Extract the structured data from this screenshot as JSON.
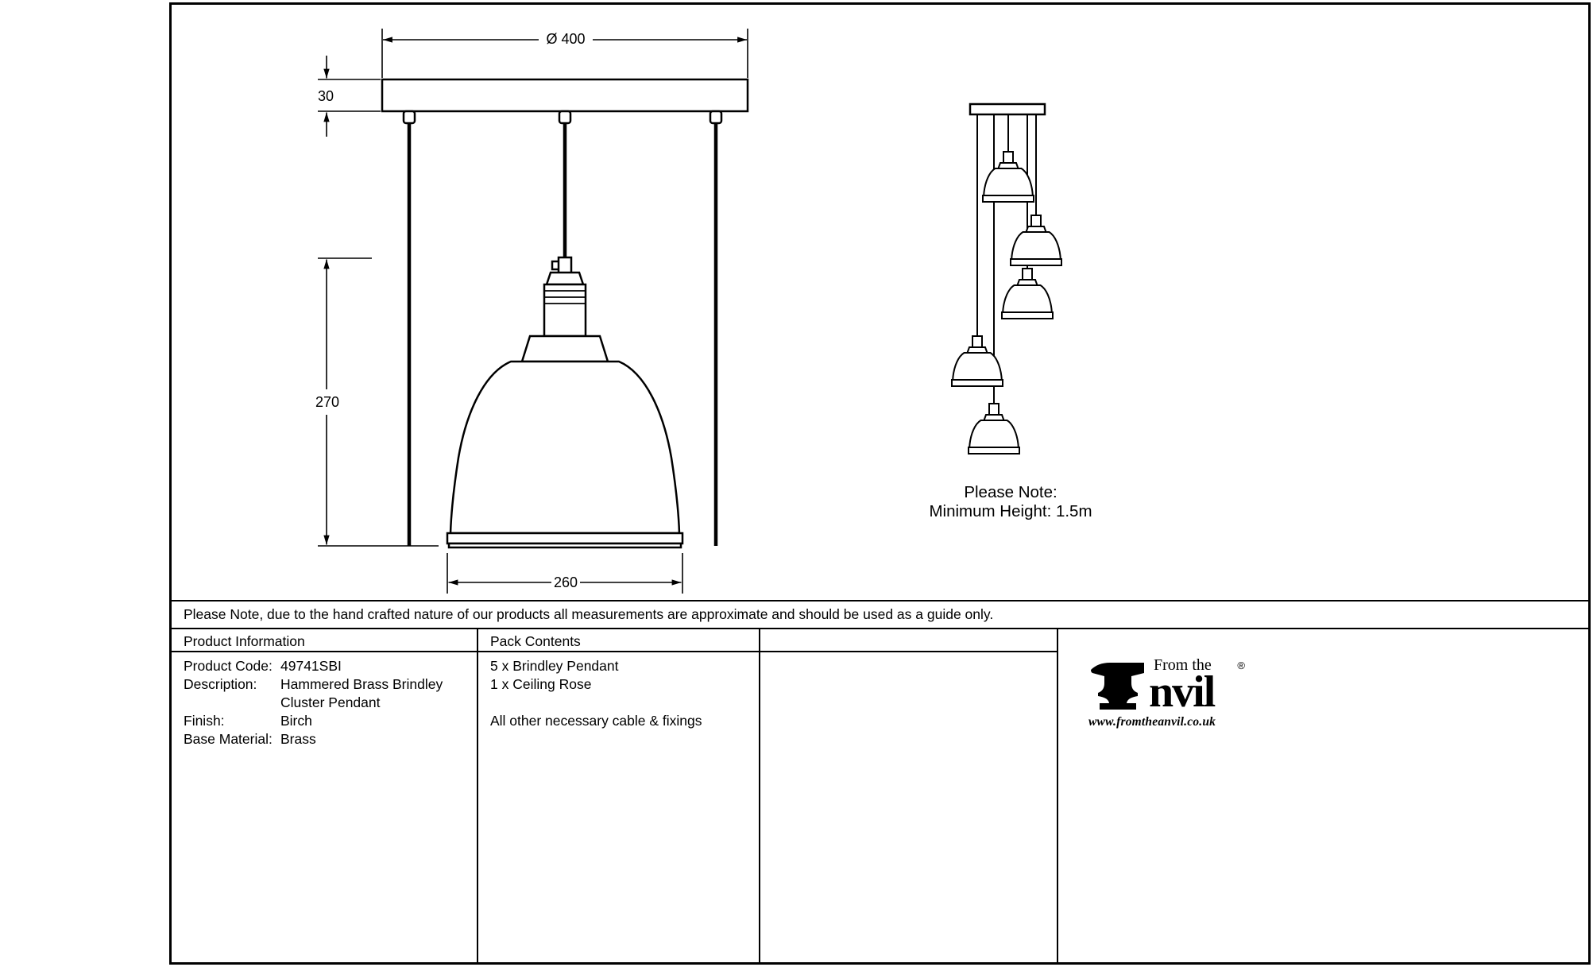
{
  "drawing": {
    "dimensions": {
      "plate_diameter": "Ø 400",
      "plate_thickness": "30",
      "pendant_height": "270",
      "shade_diameter": "260"
    },
    "cluster_note": {
      "line1": "Please Note:",
      "line2": "Minimum Height: 1.5m"
    }
  },
  "disclaimer": "Please Note, due to the hand crafted nature of our products all measurements are approximate and should be used as a guide only.",
  "product_information": {
    "header": "Product Information",
    "rows": [
      {
        "label": "Product Code:",
        "value": "49741SBI"
      },
      {
        "label": "Description:",
        "value": "Hammered Brass Brindley"
      },
      {
        "label": "",
        "value": "Cluster Pendant"
      },
      {
        "label": "Finish:",
        "value": "Birch"
      },
      {
        "label": "Base Material:",
        "value": "Brass"
      }
    ]
  },
  "pack_contents": {
    "header": "Pack Contents",
    "items": [
      "5 x Brindley Pendant",
      "1 x Ceiling Rose",
      "",
      "All other necessary cable & fixings"
    ]
  },
  "logo": {
    "tagline": "From the",
    "brand": "Anvil",
    "brand_after_icon": "nvil",
    "registered": "®",
    "website": "www.fromtheanvil.co.uk"
  }
}
